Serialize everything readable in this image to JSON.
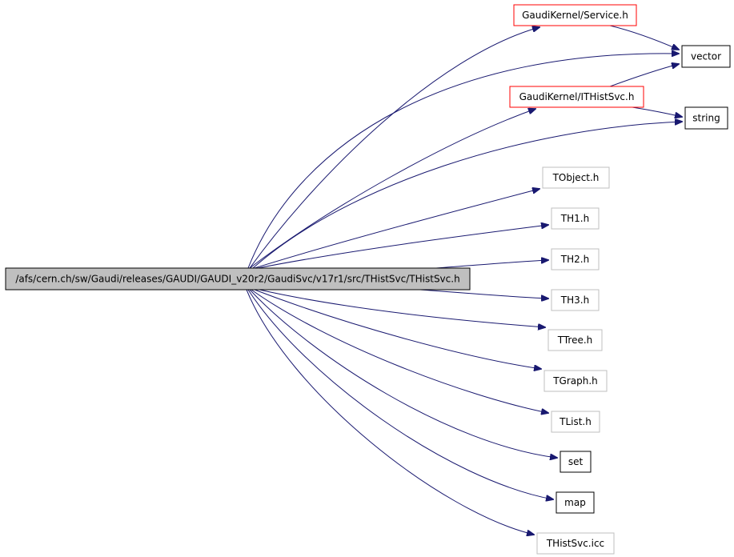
{
  "diagram": {
    "type": "include-dependency-graph",
    "root": {
      "id": "root",
      "label": "/afs/cern.ch/sw/Gaudi/releases/GAUDI/GAUDI_v20r2/GaudiSvc/v17r1/src/THistSvc/THistSvc.h"
    },
    "nodes": [
      {
        "id": "service_h",
        "label": "GaudiKernel/Service.h",
        "style": "red"
      },
      {
        "id": "vector",
        "label": "vector",
        "style": "black"
      },
      {
        "id": "ithistsvc_h",
        "label": "GaudiKernel/ITHistSvc.h",
        "style": "red"
      },
      {
        "id": "string",
        "label": "string",
        "style": "black"
      },
      {
        "id": "tobject_h",
        "label": "TObject.h",
        "style": "gray"
      },
      {
        "id": "th1_h",
        "label": "TH1.h",
        "style": "gray"
      },
      {
        "id": "th2_h",
        "label": "TH2.h",
        "style": "gray"
      },
      {
        "id": "th3_h",
        "label": "TH3.h",
        "style": "gray"
      },
      {
        "id": "ttree_h",
        "label": "TTree.h",
        "style": "gray"
      },
      {
        "id": "tgraph_h",
        "label": "TGraph.h",
        "style": "gray"
      },
      {
        "id": "tlist_h",
        "label": "TList.h",
        "style": "gray"
      },
      {
        "id": "set",
        "label": "set",
        "style": "black"
      },
      {
        "id": "map",
        "label": "map",
        "style": "black"
      },
      {
        "id": "thistsvc_icc",
        "label": "THistSvc.icc",
        "style": "gray"
      }
    ],
    "edges": [
      {
        "from": "root",
        "to": "service_h"
      },
      {
        "from": "root",
        "to": "vector"
      },
      {
        "from": "root",
        "to": "ithistsvc_h"
      },
      {
        "from": "root",
        "to": "string"
      },
      {
        "from": "root",
        "to": "tobject_h"
      },
      {
        "from": "root",
        "to": "th1_h"
      },
      {
        "from": "root",
        "to": "th2_h"
      },
      {
        "from": "root",
        "to": "th3_h"
      },
      {
        "from": "root",
        "to": "ttree_h"
      },
      {
        "from": "root",
        "to": "tgraph_h"
      },
      {
        "from": "root",
        "to": "tlist_h"
      },
      {
        "from": "root",
        "to": "set"
      },
      {
        "from": "root",
        "to": "map"
      },
      {
        "from": "root",
        "to": "thistsvc_icc"
      },
      {
        "from": "service_h",
        "to": "vector"
      },
      {
        "from": "ithistsvc_h",
        "to": "vector"
      },
      {
        "from": "ithistsvc_h",
        "to": "string"
      }
    ],
    "colors": {
      "edge": "#191970",
      "root_fill": "#bfbfbf",
      "red_border": "#ff0000",
      "gray_border": "#bfbfbf",
      "black_border": "#000000"
    }
  }
}
